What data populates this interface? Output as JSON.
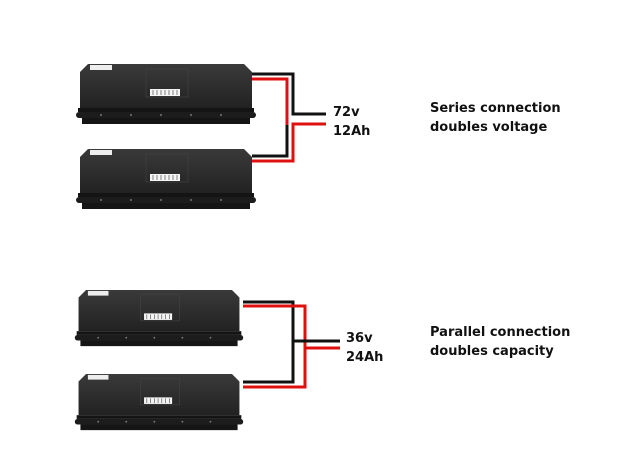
{
  "colors": {
    "positive_wire": "#e01010",
    "negative_wire": "#111111",
    "battery": "#2b2b2b"
  },
  "series": {
    "voltage": "72v",
    "capacity": "12Ah",
    "title": "Series connection",
    "subtitle": "doubles voltage"
  },
  "parallel": {
    "voltage": "36v",
    "capacity": "24Ah",
    "title": "Parallel connection",
    "subtitle": "doubles capacity"
  }
}
